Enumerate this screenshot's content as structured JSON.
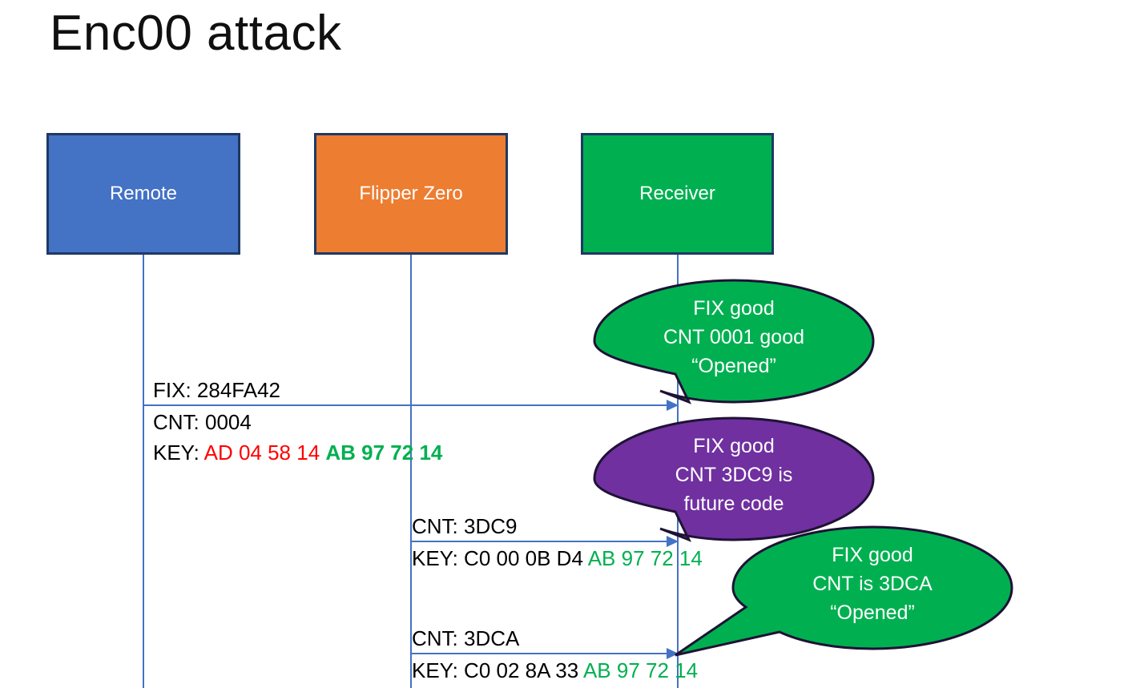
{
  "slide": {
    "title": "Enc00 attack",
    "background": "#FFFFFF"
  },
  "colors": {
    "remote_box": "#4472C4",
    "flipper_box": "#ED7D31",
    "receiver_box": "#00B050",
    "box_border": "#1F3864",
    "lifeline": "#4472C4",
    "callout_good": "#00B050",
    "callout_future": "#7030A0",
    "hex_red": "#FF0000",
    "hex_green": "#00B050",
    "text": "#000000"
  },
  "actors": [
    {
      "id": "remote",
      "label": "Remote",
      "color": "#4472C4"
    },
    {
      "id": "flipper",
      "label": "Flipper Zero",
      "color": "#ED7D31"
    },
    {
      "id": "receiver",
      "label": "Receiver",
      "color": "#00B050"
    }
  ],
  "messages": [
    {
      "id": "remote-to-receiver",
      "from": "remote",
      "to": "receiver",
      "fix_label": "FIX: 284FA42",
      "cnt_label": "CNT: 0004",
      "key_prefix": "KEY: ",
      "key_part_red": "AD 04 58 14 ",
      "key_part_green": "AB 97 72 14"
    },
    {
      "id": "flipper-to-receiver-1",
      "from": "flipper",
      "to": "receiver",
      "cnt_label": "CNT: 3DC9",
      "key_prefix": "KEY: C0 00 0B D4 ",
      "key_part_green": "AB 97 72 14"
    },
    {
      "id": "flipper-to-receiver-2",
      "from": "flipper",
      "to": "receiver",
      "cnt_label": "CNT: 3DCA",
      "key_prefix": "KEY: C0 02 8A 33 ",
      "key_part_green": "AB 97 72 14"
    }
  ],
  "callouts": [
    {
      "id": "callout-1",
      "color": "#00B050",
      "line1": "FIX good",
      "line2": "CNT 0001 good",
      "line3": "“Opened”"
    },
    {
      "id": "callout-2",
      "color": "#7030A0",
      "line1": "FIX good",
      "line2": "CNT 3DC9 is",
      "line3": "future code"
    },
    {
      "id": "callout-3",
      "color": "#00B050",
      "line1": "FIX good",
      "line2": "CNT is 3DCA",
      "line3": "“Opened”"
    }
  ]
}
